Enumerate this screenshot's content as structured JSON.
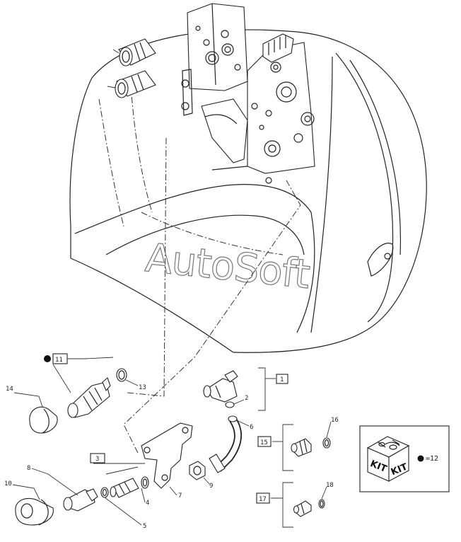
{
  "watermark": "AutoSoft",
  "callouts": {
    "c1": "1",
    "c2": "2",
    "c3": "3",
    "c4": "4",
    "c5": "5",
    "c6": "6",
    "c7": "7",
    "c8": "8",
    "c9": "9",
    "c10": "10",
    "c11": "11",
    "c13": "13",
    "c14": "14",
    "c15": "15",
    "c16": "16",
    "c17": "17",
    "c18": "18"
  },
  "kit": {
    "label_left": "KIT",
    "label_right": "KIT",
    "equals": "=12"
  },
  "colors": {
    "line": "#222222",
    "background": "#ffffff",
    "watermark_outline": "#777777"
  }
}
